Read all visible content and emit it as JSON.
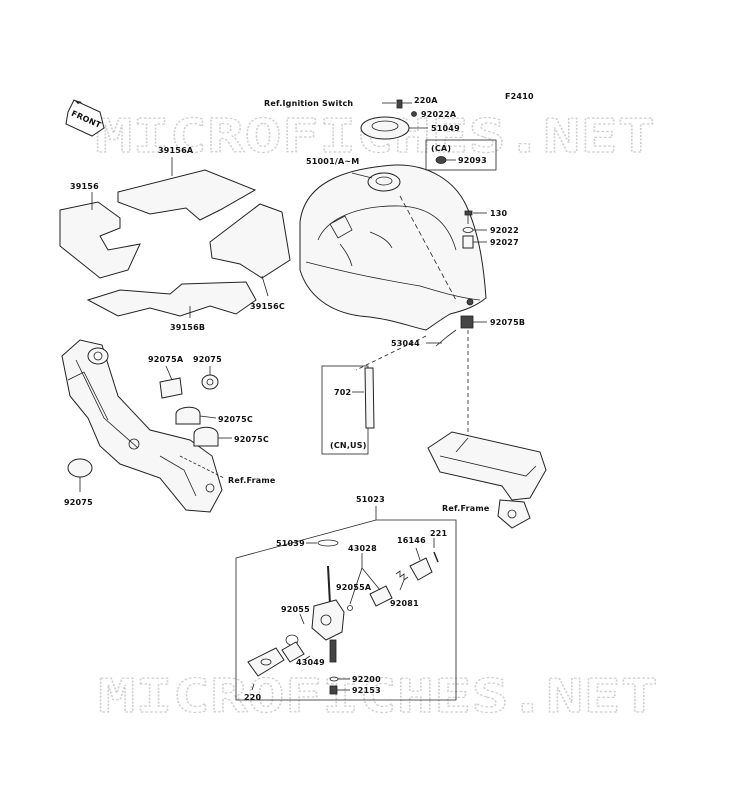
{
  "figure_code": "F2410",
  "watermark_text": "MICROFICHES.NET",
  "front_indicator": "FRONT",
  "labels": {
    "ref_ignition_switch": "Ref.Ignition Switch",
    "p220a": "220A",
    "p92022a": "92022A",
    "p51049": "51049",
    "p51001": "51001/A~M",
    "ca_box": "(CA)",
    "p92093": "92093",
    "p130": "130",
    "p92022": "92022",
    "p92027": "92027",
    "p92075b": "92075B",
    "p53044": "53044",
    "p702": "702",
    "cn_us": "(CN,US)",
    "p39156a": "39156A",
    "p39156": "39156",
    "p39156c": "39156C",
    "p39156b": "39156B",
    "p92075a": "92075A",
    "p92075_top": "92075",
    "p92075c_1": "92075C",
    "p92075c_2": "92075C",
    "ref_frame_left": "Ref.Frame",
    "p92075_left": "92075",
    "ref_frame_right": "Ref.Frame",
    "p51023": "51023",
    "p51039": "51039",
    "p43028": "43028",
    "p16146": "16146",
    "p221": "221",
    "p92055a": "92055A",
    "p92081": "92081",
    "p92055": "92055",
    "p43049": "43049",
    "p92200": "92200",
    "p92153": "92153",
    "p220": "220"
  }
}
